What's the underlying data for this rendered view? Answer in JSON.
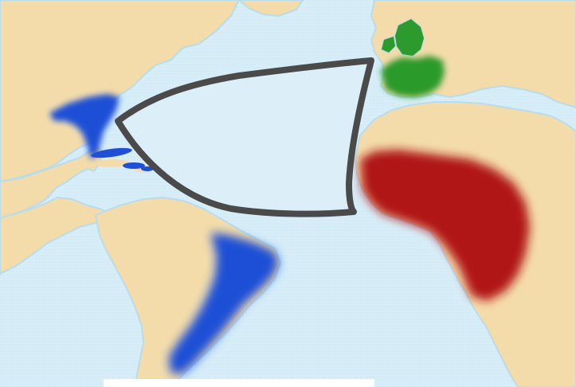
{
  "map": {
    "colors": {
      "ocean": "#d7eef8",
      "ocean_pattern": "#c4e2f0",
      "land": "#f4dcaa",
      "coast": "#b8dcec",
      "europe_region": "#2c9a2c",
      "africa_region": "#b01818",
      "americas_region": "#1f4fd6",
      "triangle_outline": "#4a4a4a",
      "triangle_fill": "#dff0f8"
    },
    "regions": [
      {
        "name": "europe",
        "color_key": "europe_region"
      },
      {
        "name": "africa",
        "color_key": "africa_region"
      },
      {
        "name": "north-america-east-coast",
        "color_key": "americas_region"
      },
      {
        "name": "caribbean",
        "color_key": "americas_region"
      },
      {
        "name": "south-america-east-coast",
        "color_key": "americas_region"
      }
    ]
  }
}
